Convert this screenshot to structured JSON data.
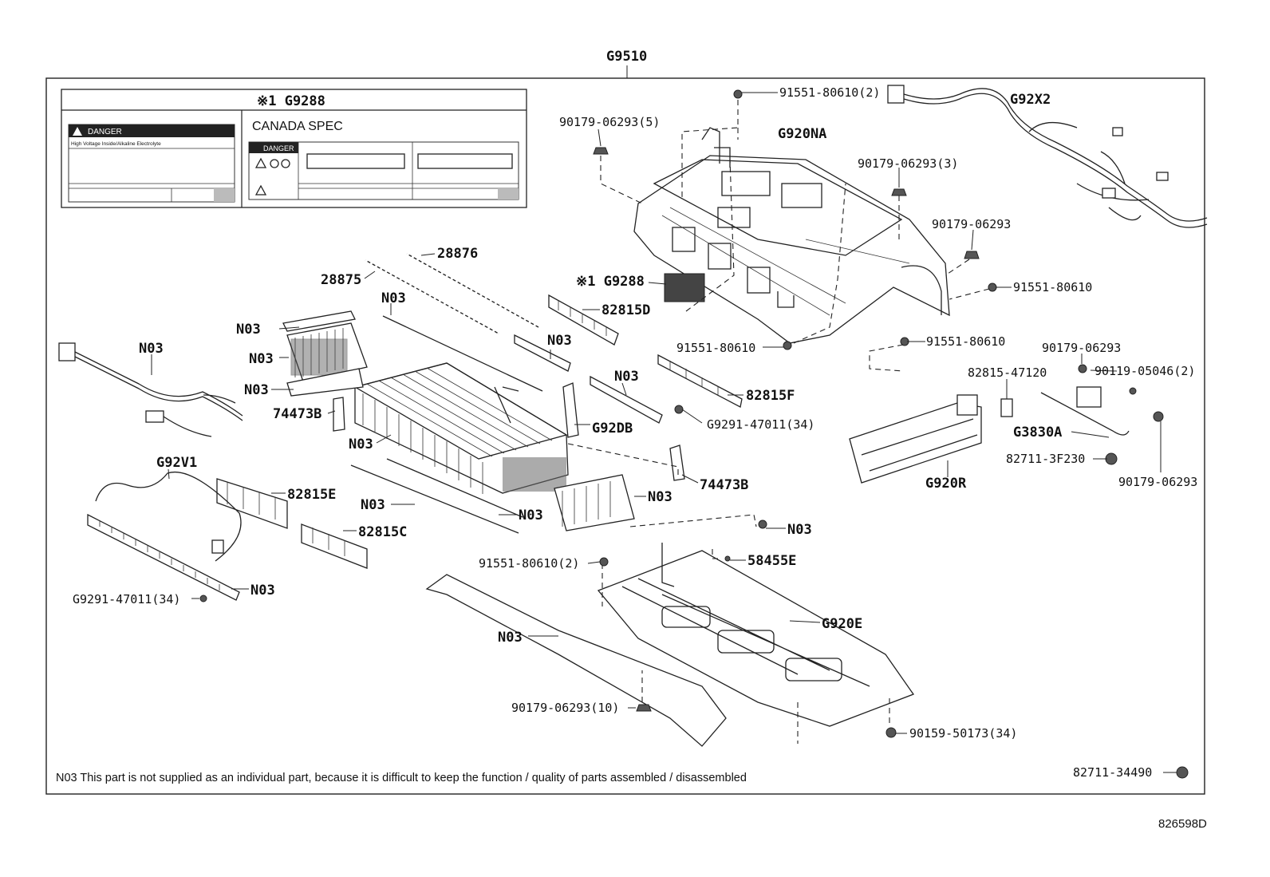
{
  "assembly": {
    "label": "G9510"
  },
  "diagram_code": "826598D",
  "footnote": "N03 This part is not supplied as an individual part, because it is difficult to keep the function / quality of parts assembled / disassembled",
  "corner_part": "82711-34490",
  "label_box": {
    "title": "※1 G9288",
    "canada": "CANADA SPEC",
    "danger": "DANGER",
    "hv_text": "High Voltage Inside/Alkaline Electrolyte"
  },
  "callouts": [
    "G920NA",
    "G92X2",
    "91551-80610(2)",
    "90179-06293(5)",
    "90179-06293(3)",
    "90179-06293",
    "91551-80610",
    "※1 G9288",
    "28876",
    "28875",
    "N03",
    "82815D",
    "N03",
    "N03",
    "N03",
    "N03",
    "N03",
    "91551-80610",
    "91551-80610",
    "90179-06293",
    "90119-05046(2)",
    "82815-47120",
    "82815F",
    "N03",
    "74473B",
    "N03",
    "G92DB",
    "G9291-47011(34)",
    "G3830A",
    "82711-3F230",
    "G920R",
    "90179-06293",
    "G92V1",
    "82815E",
    "74473B",
    "N03",
    "N03",
    "N03",
    "82815C",
    "N03",
    "91551-80610(2)",
    "58455E",
    "N03",
    "G9291-47011(34)",
    "G920E",
    "N03",
    "90179-06293(10)",
    "90159-50173(34)"
  ]
}
